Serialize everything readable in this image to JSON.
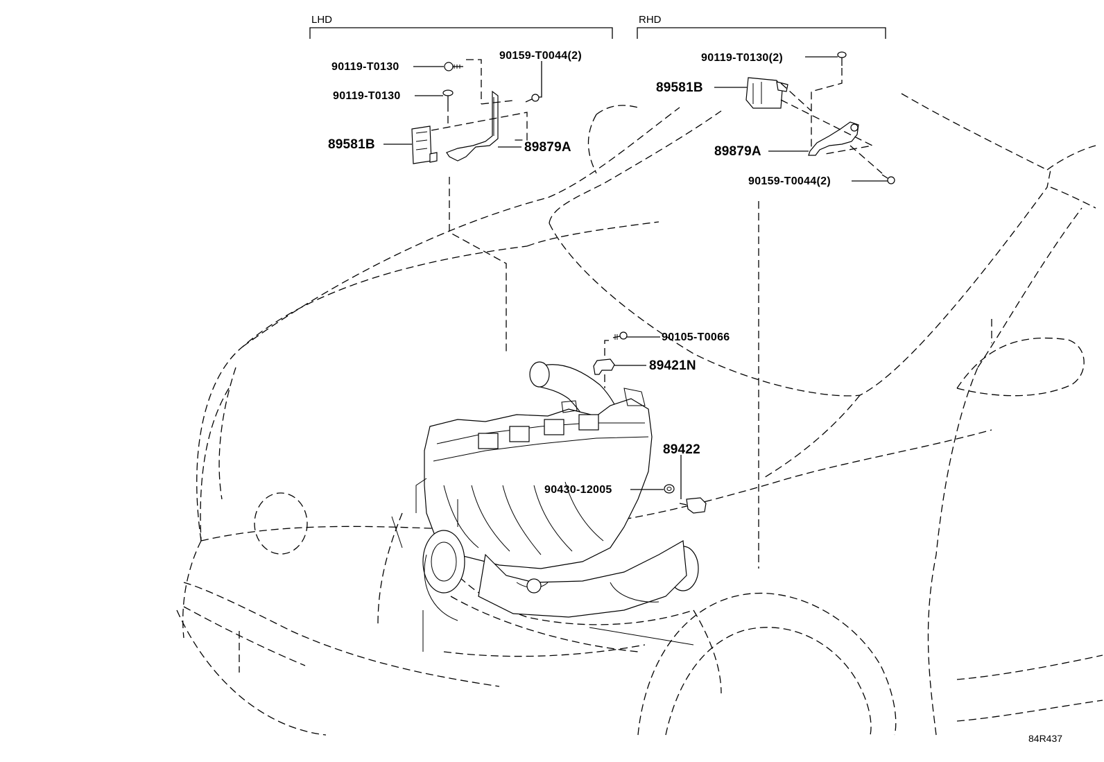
{
  "sections": {
    "lhd": "LHD",
    "rhd": "RHD"
  },
  "labels": {
    "lhd_bolt_upper": "90119-T0130",
    "lhd_bolt_lower": "90119-T0130",
    "lhd_screw": "90159-T0044(2)",
    "lhd_sensor": "89581B",
    "lhd_bracket": "89879A",
    "rhd_bolt": "90119-T0130(2)",
    "rhd_sensor": "89581B",
    "rhd_bracket": "89879A",
    "rhd_screw": "90159-T0044(2)",
    "engine_bolt": "90105-T0066",
    "engine_sensor_clip": "89421N",
    "temp_sensor": "89422",
    "gasket": "90430-12005"
  },
  "reference_code": "84R437"
}
